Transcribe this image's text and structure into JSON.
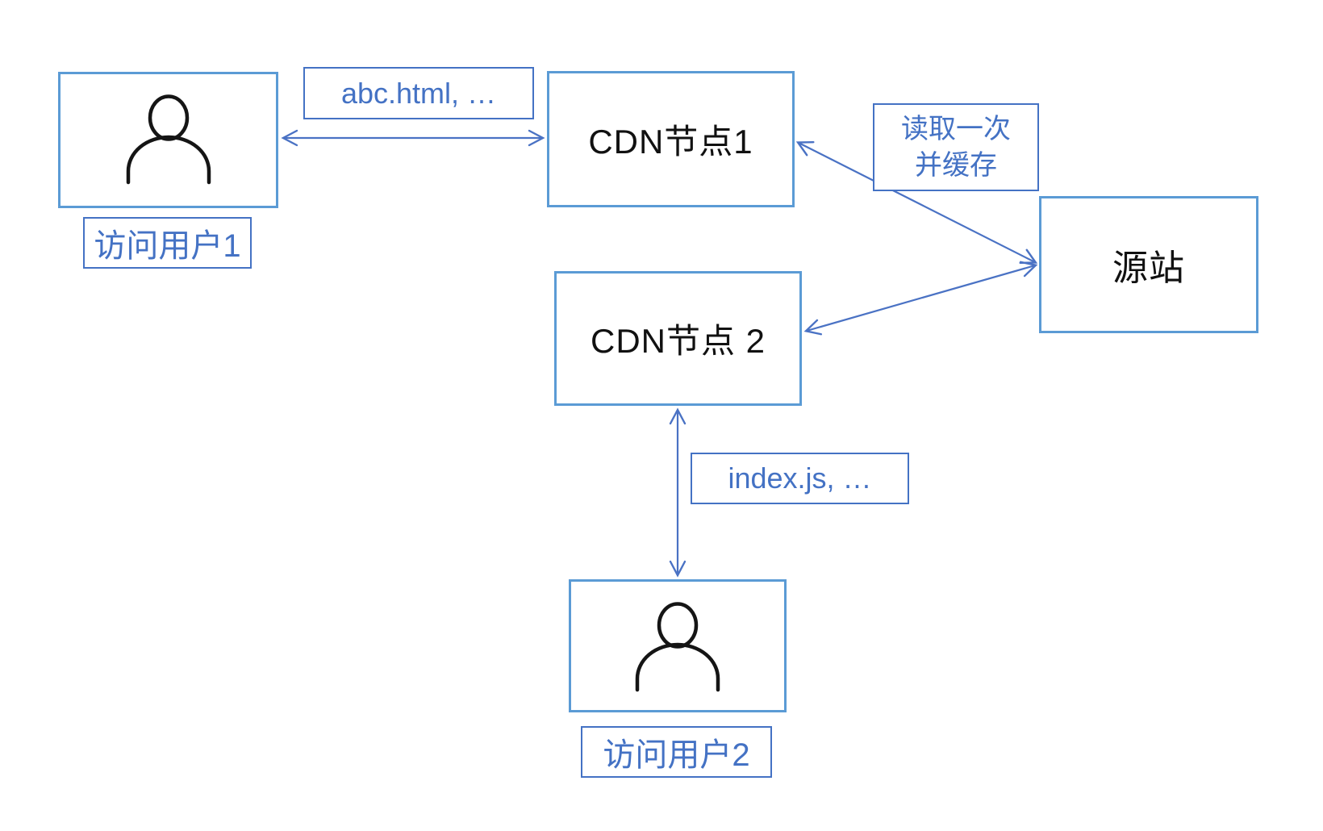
{
  "diagram": {
    "type": "cdn-architecture-flow",
    "background": "#ffffff",
    "colors": {
      "node_border": "#5b9bd5",
      "label_border": "#4472c4",
      "label_text": "#4472c4",
      "arrow": "#4a72c4",
      "node_text": "#111111",
      "person_icon": "#151515"
    },
    "nodes": {
      "user1": {
        "label": "访问用户1",
        "icon": "person-icon"
      },
      "cdn1": {
        "label": "CDN节点1"
      },
      "cdn2": {
        "label": "CDN节点 2"
      },
      "origin": {
        "label": "源站"
      },
      "user2": {
        "label": "访问用户2",
        "icon": "person-icon"
      }
    },
    "edge_labels": {
      "abc": "abc.html, …",
      "read_once_line1": "读取一次",
      "read_once_line2": "并缓存",
      "indexjs": "index.js, …"
    },
    "edges": [
      {
        "from": "user1",
        "to": "cdn1",
        "bidirectional": true,
        "label": "abc.html, …"
      },
      {
        "from": "cdn1",
        "to": "origin",
        "bidirectional": true,
        "label": "读取一次 并缓存"
      },
      {
        "from": "cdn2",
        "to": "origin",
        "bidirectional": true,
        "label": ""
      },
      {
        "from": "cdn2",
        "to": "user2",
        "bidirectional": true,
        "label": "index.js, …"
      }
    ]
  }
}
